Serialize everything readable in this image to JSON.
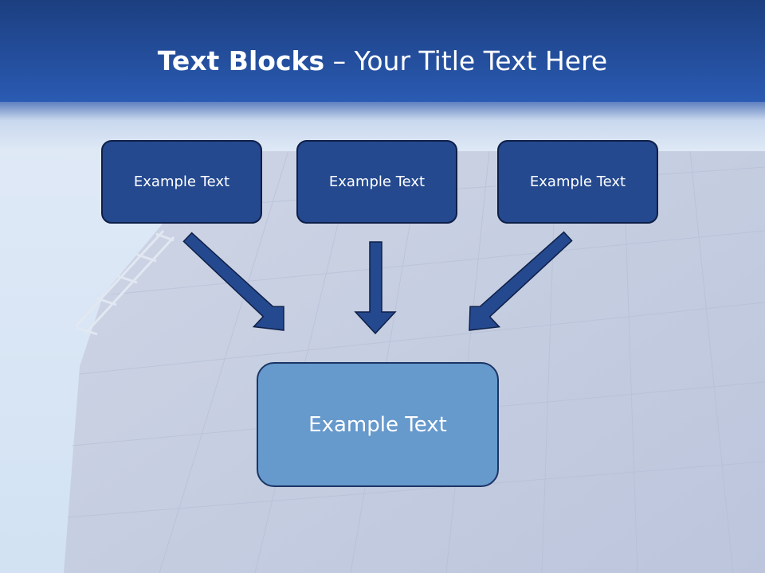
{
  "title": {
    "bold": "Text Blocks",
    "separator": " – ",
    "rest": "Your Title Text Here"
  },
  "boxes": {
    "top": [
      {
        "text": "Example Text"
      },
      {
        "text": "Example Text"
      },
      {
        "text": "Example Text"
      }
    ],
    "bottom": {
      "text": "Example Text"
    }
  },
  "colors": {
    "header": "#2452a8",
    "small_box_fill": "#24498f",
    "big_box_fill": "#6699cc",
    "arrow_fill": "#24498f",
    "arrow_stroke": "#0f1f47"
  }
}
